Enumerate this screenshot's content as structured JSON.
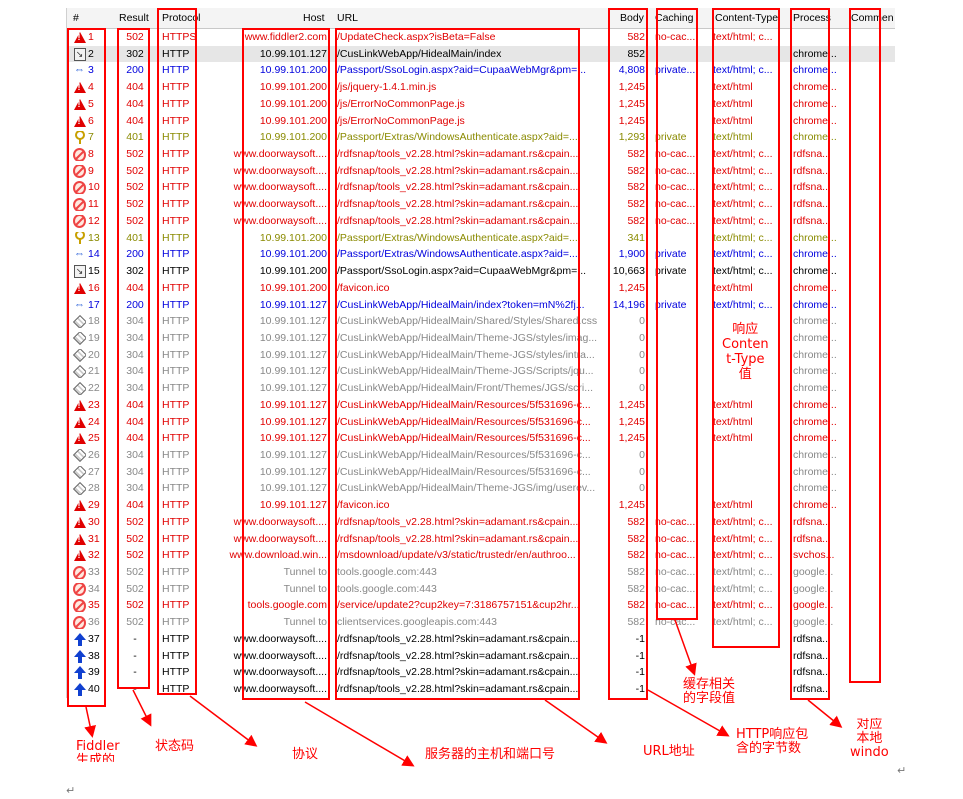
{
  "columns": [
    "#",
    "Result",
    "Protocol",
    "Host",
    "URL",
    "Body",
    "Caching",
    "Content-Type",
    "Process",
    "Comments"
  ],
  "rows": [
    {
      "icon": "warning-icon",
      "num": "1",
      "res": "502",
      "proto": "HTTPS",
      "host": "www.fiddler2.com",
      "url": "/UpdateCheck.aspx?isBeta=False",
      "body": "582",
      "cache": "no-cac...",
      "ctype": "text/html; c...",
      "proc": "",
      "comm": "",
      "color": "err"
    },
    {
      "icon": "ok-icon",
      "num": "2",
      "res": "302",
      "proto": "HTTP",
      "host": "10.99.101.127",
      "url": "/CusLinkWebApp/HidealMain/index",
      "body": "852",
      "cache": "",
      "ctype": "",
      "proc": "chrome...",
      "comm": "",
      "color": "ok",
      "sel": true
    },
    {
      "icon": "arrows-icon",
      "num": "3",
      "res": "200",
      "proto": "HTTP",
      "host": "10.99.101.200",
      "url": "/Passport/SsoLogin.aspx?aid=CupaaWebMgr&pm=...",
      "body": "4,808",
      "cache": "private...",
      "ctype": "text/html; c...",
      "proc": "chrome...",
      "comm": "",
      "color": "blue"
    },
    {
      "icon": "warning-icon",
      "num": "4",
      "res": "404",
      "proto": "HTTP",
      "host": "10.99.101.200",
      "url": "/js/jquery-1.4.1.min.js",
      "body": "1,245",
      "cache": "",
      "ctype": "text/html",
      "proc": "chrome...",
      "comm": "",
      "color": "err"
    },
    {
      "icon": "warning-icon",
      "num": "5",
      "res": "404",
      "proto": "HTTP",
      "host": "10.99.101.200",
      "url": "/js/ErrorNoCommonPage.js",
      "body": "1,245",
      "cache": "",
      "ctype": "text/html",
      "proc": "chrome...",
      "comm": "",
      "color": "err"
    },
    {
      "icon": "warning-icon",
      "num": "6",
      "res": "404",
      "proto": "HTTP",
      "host": "10.99.101.200",
      "url": "/js/ErrorNoCommonPage.js",
      "body": "1,245",
      "cache": "",
      "ctype": "text/html",
      "proc": "chrome...",
      "comm": "",
      "color": "err"
    },
    {
      "icon": "key-icon",
      "num": "7",
      "res": "401",
      "proto": "HTTP",
      "host": "10.99.101.200",
      "url": "/Passport/Extras/WindowsAuthenticate.aspx?aid=...",
      "body": "1,293",
      "cache": "private",
      "ctype": "text/html",
      "proc": "chrome...",
      "comm": "",
      "color": "olive"
    },
    {
      "icon": "blocked-icon",
      "num": "8",
      "res": "502",
      "proto": "HTTP",
      "host": "www.doorwaysoft....",
      "url": "/rdfsnap/tools_v2.28.html?skin=adamant.rs&cpain...",
      "body": "582",
      "cache": "no-cac...",
      "ctype": "text/html; c...",
      "proc": "rdfsna...",
      "comm": "",
      "color": "err"
    },
    {
      "icon": "blocked-icon",
      "num": "9",
      "res": "502",
      "proto": "HTTP",
      "host": "www.doorwaysoft....",
      "url": "/rdfsnap/tools_v2.28.html?skin=adamant.rs&cpain...",
      "body": "582",
      "cache": "no-cac...",
      "ctype": "text/html; c...",
      "proc": "rdfsna...",
      "comm": "",
      "color": "err"
    },
    {
      "icon": "blocked-icon",
      "num": "10",
      "res": "502",
      "proto": "HTTP",
      "host": "www.doorwaysoft....",
      "url": "/rdfsnap/tools_v2.28.html?skin=adamant.rs&cpain...",
      "body": "582",
      "cache": "no-cac...",
      "ctype": "text/html; c...",
      "proc": "rdfsna...",
      "comm": "",
      "color": "err"
    },
    {
      "icon": "blocked-icon",
      "num": "11",
      "res": "502",
      "proto": "HTTP",
      "host": "www.doorwaysoft....",
      "url": "/rdfsnap/tools_v2.28.html?skin=adamant.rs&cpain...",
      "body": "582",
      "cache": "no-cac...",
      "ctype": "text/html; c...",
      "proc": "rdfsna...",
      "comm": "",
      "color": "err"
    },
    {
      "icon": "blocked-icon",
      "num": "12",
      "res": "502",
      "proto": "HTTP",
      "host": "www.doorwaysoft....",
      "url": "/rdfsnap/tools_v2.28.html?skin=adamant.rs&cpain...",
      "body": "582",
      "cache": "no-cac...",
      "ctype": "text/html; c...",
      "proc": "rdfsna...",
      "comm": "",
      "color": "err"
    },
    {
      "icon": "key-icon",
      "num": "13",
      "res": "401",
      "proto": "HTTP",
      "host": "10.99.101.200",
      "url": "/Passport/Extras/WindowsAuthenticate.aspx?aid=...",
      "body": "341",
      "cache": "",
      "ctype": "text/html; c...",
      "proc": "chrome...",
      "comm": "",
      "color": "olive"
    },
    {
      "icon": "arrows-icon",
      "num": "14",
      "res": "200",
      "proto": "HTTP",
      "host": "10.99.101.200",
      "url": "/Passport/Extras/WindowsAuthenticate.aspx?aid=...",
      "body": "1,900",
      "cache": "private",
      "ctype": "text/html; c...",
      "proc": "chrome...",
      "comm": "",
      "color": "blue"
    },
    {
      "icon": "ok-icon",
      "num": "15",
      "res": "302",
      "proto": "HTTP",
      "host": "10.99.101.200",
      "url": "/Passport/SsoLogin.aspx?aid=CupaaWebMgr&pm=...",
      "body": "10,663",
      "cache": "private",
      "ctype": "text/html; c...",
      "proc": "chrome...",
      "comm": "",
      "color": "ok"
    },
    {
      "icon": "warning-icon",
      "num": "16",
      "res": "404",
      "proto": "HTTP",
      "host": "10.99.101.200",
      "url": "/favicon.ico",
      "body": "1,245",
      "cache": "",
      "ctype": "text/html",
      "proc": "chrome...",
      "comm": "",
      "color": "err"
    },
    {
      "icon": "arrows-icon",
      "num": "17",
      "res": "200",
      "proto": "HTTP",
      "host": "10.99.101.127",
      "url": "/CusLinkWebApp/HidealMain/index?token=mN%2fj...",
      "body": "14,196",
      "cache": "private",
      "ctype": "text/html; c...",
      "proc": "chrome...",
      "comm": "",
      "color": "blue"
    },
    {
      "icon": "cached-icon",
      "num": "18",
      "res": "304",
      "proto": "HTTP",
      "host": "10.99.101.127",
      "url": "/CusLinkWebApp/HidealMain/Shared/Styles/Shared.css",
      "body": "0",
      "cache": "",
      "ctype": "",
      "proc": "chrome...",
      "comm": "",
      "color": "gray"
    },
    {
      "icon": "cached-icon",
      "num": "19",
      "res": "304",
      "proto": "HTTP",
      "host": "10.99.101.127",
      "url": "/CusLinkWebApp/HidealMain/Theme-JGS/styles/imag...",
      "body": "0",
      "cache": "",
      "ctype": "",
      "proc": "chrome...",
      "comm": "",
      "color": "gray"
    },
    {
      "icon": "cached-icon",
      "num": "20",
      "res": "304",
      "proto": "HTTP",
      "host": "10.99.101.127",
      "url": "/CusLinkWebApp/HidealMain/Theme-JGS/styles/intra...",
      "body": "0",
      "cache": "",
      "ctype": "",
      "proc": "chrome...",
      "comm": "",
      "color": "gray"
    },
    {
      "icon": "cached-icon",
      "num": "21",
      "res": "304",
      "proto": "HTTP",
      "host": "10.99.101.127",
      "url": "/CusLinkWebApp/HidealMain/Theme-JGS/Scripts/jqu...",
      "body": "0",
      "cache": "",
      "ctype": "",
      "proc": "chrome...",
      "comm": "",
      "color": "gray"
    },
    {
      "icon": "cached-icon",
      "num": "22",
      "res": "304",
      "proto": "HTTP",
      "host": "10.99.101.127",
      "url": "/CusLinkWebApp/HidealMain/Front/Themes/JGS/scri...",
      "body": "0",
      "cache": "",
      "ctype": "",
      "proc": "chrome...",
      "comm": "",
      "color": "gray"
    },
    {
      "icon": "warning-icon",
      "num": "23",
      "res": "404",
      "proto": "HTTP",
      "host": "10.99.101.127",
      "url": "/CusLinkWebApp/HidealMain/Resources/5f531696-c...",
      "body": "1,245",
      "cache": "",
      "ctype": "text/html",
      "proc": "chrome...",
      "comm": "",
      "color": "err"
    },
    {
      "icon": "warning-icon",
      "num": "24",
      "res": "404",
      "proto": "HTTP",
      "host": "10.99.101.127",
      "url": "/CusLinkWebApp/HidealMain/Resources/5f531696-c...",
      "body": "1,245",
      "cache": "",
      "ctype": "text/html",
      "proc": "chrome...",
      "comm": "",
      "color": "err"
    },
    {
      "icon": "warning-icon",
      "num": "25",
      "res": "404",
      "proto": "HTTP",
      "host": "10.99.101.127",
      "url": "/CusLinkWebApp/HidealMain/Resources/5f531696-c...",
      "body": "1,245",
      "cache": "",
      "ctype": "text/html",
      "proc": "chrome...",
      "comm": "",
      "color": "err"
    },
    {
      "icon": "cached-icon",
      "num": "26",
      "res": "304",
      "proto": "HTTP",
      "host": "10.99.101.127",
      "url": "/CusLinkWebApp/HidealMain/Resources/5f531696-c...",
      "body": "0",
      "cache": "",
      "ctype": "",
      "proc": "chrome...",
      "comm": "",
      "color": "gray"
    },
    {
      "icon": "cached-icon",
      "num": "27",
      "res": "304",
      "proto": "HTTP",
      "host": "10.99.101.127",
      "url": "/CusLinkWebApp/HidealMain/Resources/5f531696-c...",
      "body": "0",
      "cache": "",
      "ctype": "",
      "proc": "chrome...",
      "comm": "",
      "color": "gray"
    },
    {
      "icon": "cached-icon",
      "num": "28",
      "res": "304",
      "proto": "HTTP",
      "host": "10.99.101.127",
      "url": "/CusLinkWebApp/HidealMain/Theme-JGS/img/userev...",
      "body": "0",
      "cache": "",
      "ctype": "",
      "proc": "chrome...",
      "comm": "",
      "color": "gray"
    },
    {
      "icon": "warning-icon",
      "num": "29",
      "res": "404",
      "proto": "HTTP",
      "host": "10.99.101.127",
      "url": "/favicon.ico",
      "body": "1,245",
      "cache": "",
      "ctype": "text/html",
      "proc": "chrome...",
      "comm": "",
      "color": "err"
    },
    {
      "icon": "warning-icon",
      "num": "30",
      "res": "502",
      "proto": "HTTP",
      "host": "www.doorwaysoft....",
      "url": "/rdfsnap/tools_v2.28.html?skin=adamant.rs&cpain...",
      "body": "582",
      "cache": "no-cac...",
      "ctype": "text/html; c...",
      "proc": "rdfsna...",
      "comm": "",
      "color": "err"
    },
    {
      "icon": "warning-icon",
      "num": "31",
      "res": "502",
      "proto": "HTTP",
      "host": "www.doorwaysoft....",
      "url": "/rdfsnap/tools_v2.28.html?skin=adamant.rs&cpain...",
      "body": "582",
      "cache": "no-cac...",
      "ctype": "text/html; c...",
      "proc": "rdfsna...",
      "comm": "",
      "color": "err"
    },
    {
      "icon": "warning-icon",
      "num": "32",
      "res": "502",
      "proto": "HTTP",
      "host": "www.download.win...",
      "url": "/msdownload/update/v3/static/trustedr/en/authroo...",
      "body": "582",
      "cache": "no-cac...",
      "ctype": "text/html; c...",
      "proc": "svchos...",
      "comm": "",
      "color": "err"
    },
    {
      "icon": "blocked-icon",
      "num": "33",
      "res": "502",
      "proto": "HTTP",
      "host": "Tunnel to",
      "url": "tools.google.com:443",
      "body": "582",
      "cache": "no-cac...",
      "ctype": "text/html; c...",
      "proc": "google...",
      "comm": "",
      "color": "gray"
    },
    {
      "icon": "blocked-icon",
      "num": "34",
      "res": "502",
      "proto": "HTTP",
      "host": "Tunnel to",
      "url": "tools.google.com:443",
      "body": "582",
      "cache": "no-cac...",
      "ctype": "text/html; c...",
      "proc": "google...",
      "comm": "",
      "color": "gray"
    },
    {
      "icon": "blocked-icon",
      "num": "35",
      "res": "502",
      "proto": "HTTP",
      "host": "tools.google.com",
      "url": "/service/update2?cup2key=7:3186757151&cup2hr...",
      "body": "582",
      "cache": "no-cac...",
      "ctype": "text/html; c...",
      "proc": "google...",
      "comm": "",
      "color": "err"
    },
    {
      "icon": "blocked-icon",
      "num": "36",
      "res": "502",
      "proto": "HTTP",
      "host": "Tunnel to",
      "url": "clientservices.googleapis.com:443",
      "body": "582",
      "cache": "no-cac...",
      "ctype": "text/html; c...",
      "proc": "google...",
      "comm": "",
      "color": "gray"
    },
    {
      "icon": "upload-icon",
      "num": "37",
      "res": "-",
      "proto": "HTTP",
      "host": "www.doorwaysoft....",
      "url": "/rdfsnap/tools_v2.28.html?skin=adamant.rs&cpain...",
      "body": "-1",
      "cache": "",
      "ctype": "",
      "proc": "rdfsna...",
      "comm": "",
      "color": "ok"
    },
    {
      "icon": "upload-icon",
      "num": "38",
      "res": "-",
      "proto": "HTTP",
      "host": "www.doorwaysoft....",
      "url": "/rdfsnap/tools_v2.28.html?skin=adamant.rs&cpain...",
      "body": "-1",
      "cache": "",
      "ctype": "",
      "proc": "rdfsna...",
      "comm": "",
      "color": "ok"
    },
    {
      "icon": "upload-icon",
      "num": "39",
      "res": "-",
      "proto": "HTTP",
      "host": "www.doorwaysoft....",
      "url": "/rdfsnap/tools_v2.28.html?skin=adamant.rs&cpain...",
      "body": "-1",
      "cache": "",
      "ctype": "",
      "proc": "rdfsna...",
      "comm": "",
      "color": "ok"
    },
    {
      "icon": "upload-icon",
      "num": "40",
      "res": "-",
      "proto": "HTTP",
      "host": "www.doorwaysoft....",
      "url": "/rdfsnap/tools_v2.28.html?skin=adamant.rs&cpain...",
      "body": "-1",
      "cache": "",
      "ctype": "",
      "proc": "rdfsna...",
      "comm": "",
      "color": "ok"
    }
  ],
  "annotations": {
    "id": "Fiddler\n生成的\nID",
    "result": "状态码",
    "protocol": "协议",
    "host": "服务器的主机和端口号",
    "url": "URL地址",
    "body": "HTTP响应包\n含的字节数",
    "caching": "缓存相关\n的字段值",
    "content_type": "响应\nConten\nt-Type\n值",
    "process": "对应\n本地\nwindo"
  },
  "colors": {
    "annotation": "#ff0000",
    "error": "#e00000",
    "info": "#0000dd",
    "auth": "#8a8a00",
    "cached": "#888888"
  }
}
